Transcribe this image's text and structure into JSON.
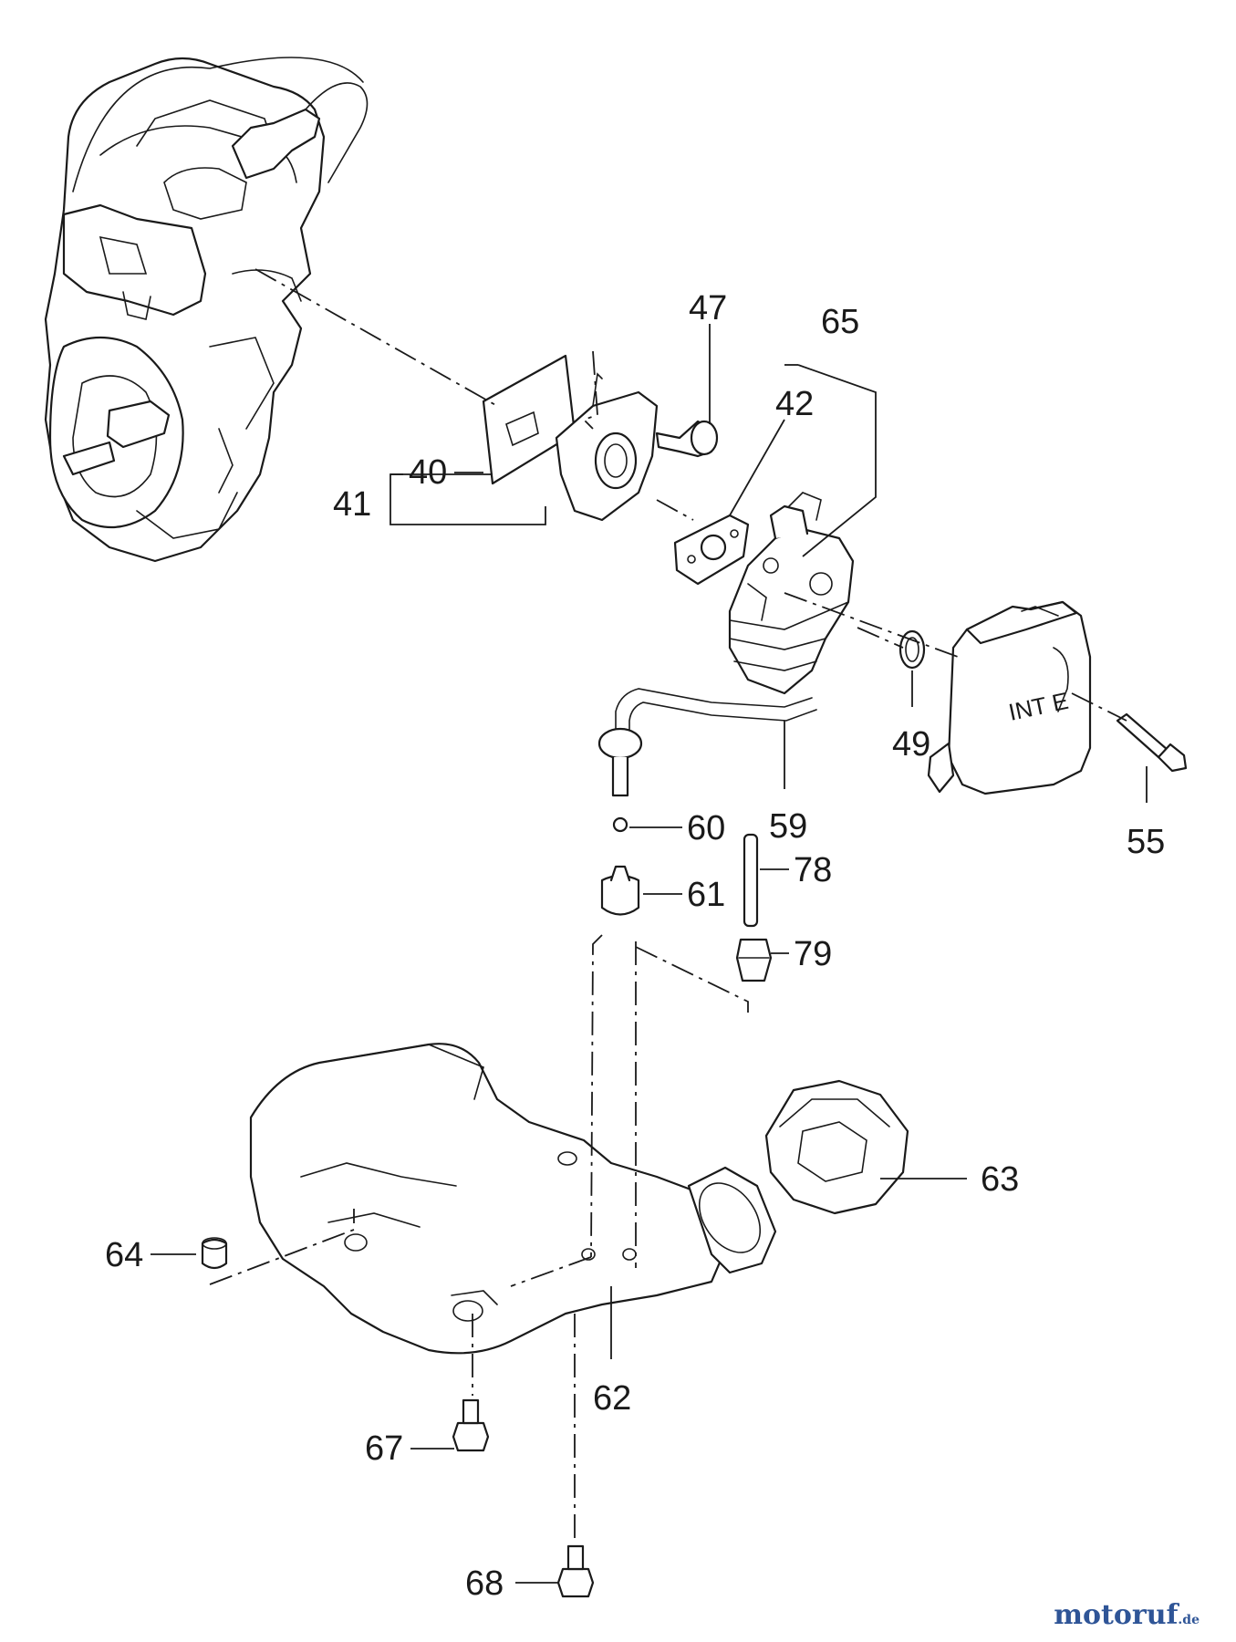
{
  "diagram": {
    "part_labels": {
      "p40": "40",
      "p41": "41",
      "p42": "42",
      "p47": "47",
      "p49": "49",
      "p55": "55",
      "p59": "59",
      "p60": "60",
      "p61": "61",
      "p62": "62",
      "p63": "63",
      "p64": "64",
      "p65": "65",
      "p67": "67",
      "p68": "68",
      "p78": "78",
      "p79": "79"
    },
    "air_cleaner_marking": "INT E"
  },
  "watermark": {
    "main": "motoruf",
    "tld": ".de"
  }
}
